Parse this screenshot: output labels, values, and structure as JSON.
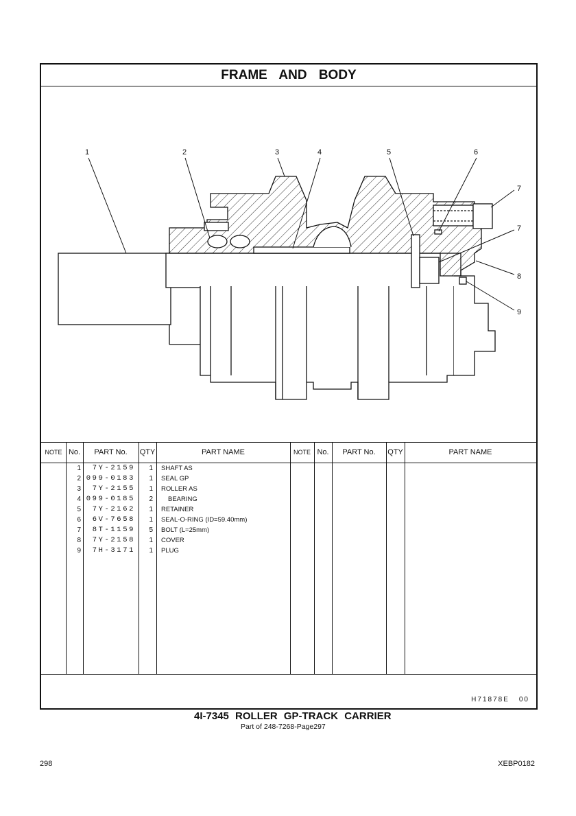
{
  "title": "FRAME AND BODY",
  "callouts": [
    "1",
    "2",
    "3",
    "4",
    "5",
    "6",
    "7",
    "7",
    "8",
    "9"
  ],
  "table": {
    "headers": [
      "NOTE",
      "No.",
      "PART No.",
      "QTY",
      "PART NAME"
    ],
    "rows": [
      {
        "no": "1",
        "part_no": "7Y-2159",
        "qty": "1",
        "name": "SHAFT AS"
      },
      {
        "no": "2",
        "part_no": "099-0183",
        "qty": "1",
        "name": "SEAL GP"
      },
      {
        "no": "3",
        "part_no": "7Y-2155",
        "qty": "1",
        "name": "ROLLER AS"
      },
      {
        "no": "4",
        "part_no": "099-0185",
        "qty": "2",
        "name": "BEARING"
      },
      {
        "no": "5",
        "part_no": "7Y-2162",
        "qty": "1",
        "name": "RETAINER"
      },
      {
        "no": "6",
        "part_no": "6V-7658",
        "qty": "1",
        "name": "SEAL-O-RING (ID=59.40mm)"
      },
      {
        "no": "7",
        "part_no": "8T-1159",
        "qty": "5",
        "name": "BOLT (L=25mm)"
      },
      {
        "no": "8",
        "part_no": "7Y-2158",
        "qty": "1",
        "name": "COVER"
      },
      {
        "no": "9",
        "part_no": "7H-3171",
        "qty": "1",
        "name": "PLUG"
      }
    ]
  },
  "illustration_code": "H71878E",
  "illustration_rev": "00",
  "caption": "4I-7345 ROLLER GP-TRACK CARRIER",
  "subcaption": "Part of 248-7268-Page297",
  "page_number": "298",
  "doc_code": "XEBP0182"
}
